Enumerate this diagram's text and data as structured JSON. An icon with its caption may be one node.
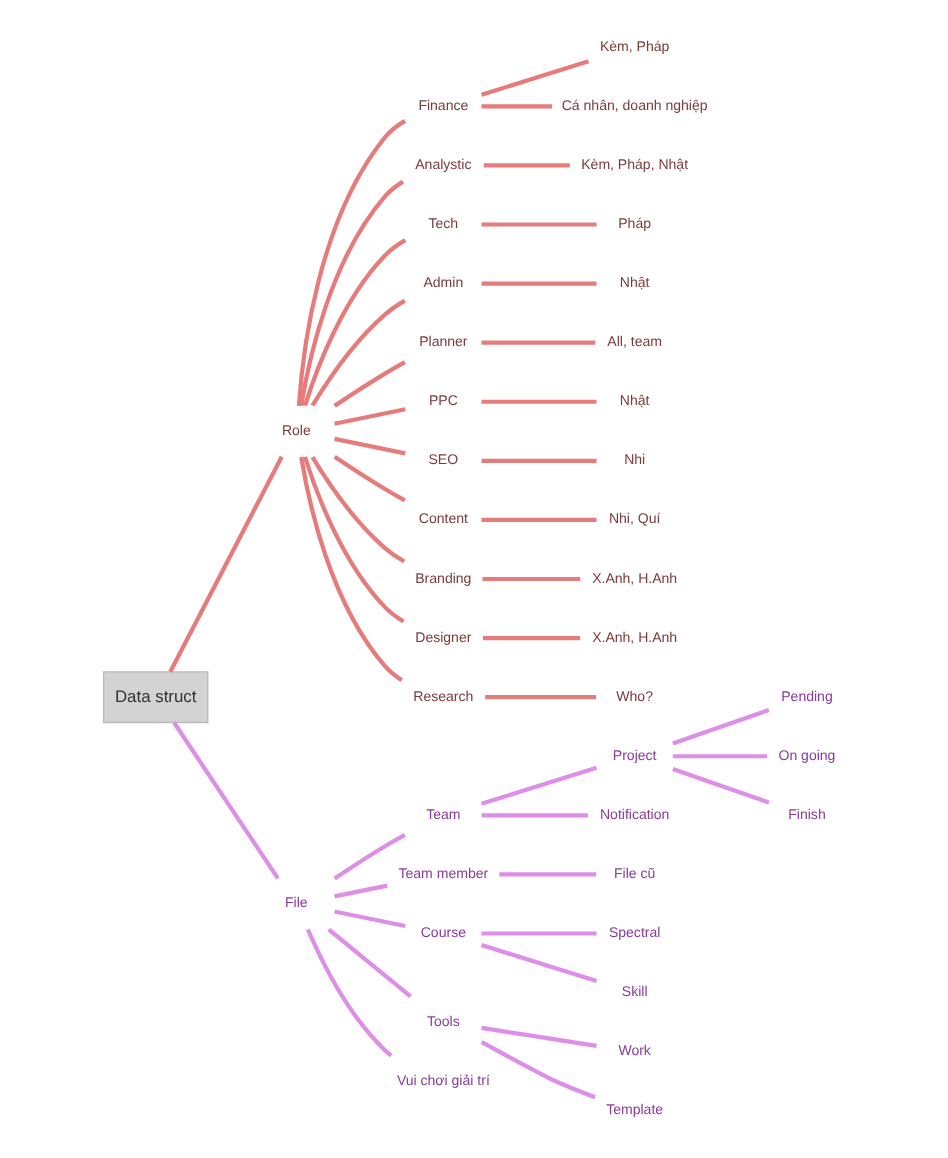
{
  "diagram": {
    "nodes": [
      {
        "text": [
          "Data struct"
        ]
      },
      {
        "text": [
          "Role"
        ]
      },
      {
        "text": [
          "Finance"
        ]
      },
      {
        "text": [
          "Kèm, Pháp"
        ]
      },
      {
        "text": [
          "Cá nhân, doanh nghiệp"
        ]
      },
      {
        "text": [
          "Analystic"
        ]
      },
      {
        "text": [
          "Kèm, Pháp, Nhật"
        ]
      },
      {
        "text": [
          "Tech"
        ]
      },
      {
        "text": [
          "Pháp"
        ]
      },
      {
        "text": [
          "Admin"
        ]
      },
      {
        "text": [
          "Nhật"
        ]
      },
      {
        "text": [
          "Planner"
        ]
      },
      {
        "text": [
          "All, team"
        ]
      },
      {
        "text": [
          "PPC"
        ]
      },
      {
        "text": [
          "Nhật"
        ]
      },
      {
        "text": [
          "SEO"
        ]
      },
      {
        "text": [
          "Nhi"
        ]
      },
      {
        "text": [
          "Content"
        ]
      },
      {
        "text": [
          "Nhi, Quí"
        ]
      },
      {
        "text": [
          "Branding"
        ]
      },
      {
        "text": [
          "X.Anh, H.Anh"
        ]
      },
      {
        "text": [
          "Designer"
        ]
      },
      {
        "text": [
          "X.Anh, H.Anh"
        ]
      },
      {
        "text": [
          "Research"
        ]
      },
      {
        "text": [
          "Who?"
        ]
      },
      {
        "text": [
          "File"
        ]
      },
      {
        "text": [
          "Team"
        ]
      },
      {
        "text": [
          "Project"
        ]
      },
      {
        "text": [
          "Pending"
        ]
      },
      {
        "text": [
          "On going"
        ]
      },
      {
        "text": [
          "Finish"
        ]
      },
      {
        "text": [
          "Notification"
        ]
      },
      {
        "text": [
          "Team member"
        ]
      },
      {
        "text": [
          "File cũ"
        ]
      },
      {
        "text": [
          "Course"
        ]
      },
      {
        "text": [
          "Spectral"
        ]
      },
      {
        "text": [
          "Skill"
        ]
      },
      {
        "text": [
          "Tools"
        ]
      },
      {
        "text": [
          "Work"
        ]
      },
      {
        "text": [
          "Template"
        ]
      },
      {
        "text": [
          "Vui chơi giải trí"
        ]
      }
    ],
    "edges": [
      {
        "from": 0,
        "to": 1,
        "arrow": "none"
      },
      {
        "from": 1,
        "to": 2,
        "arrow": "none"
      },
      {
        "from": 2,
        "to": 3,
        "arrow": "none"
      },
      {
        "from": 2,
        "to": 4,
        "arrow": "none"
      },
      {
        "from": 1,
        "to": 5,
        "arrow": "none"
      },
      {
        "from": 5,
        "to": 6,
        "arrow": "none"
      },
      {
        "from": 1,
        "to": 7,
        "arrow": "none"
      },
      {
        "from": 7,
        "to": 8,
        "arrow": "none"
      },
      {
        "from": 1,
        "to": 9,
        "arrow": "none"
      },
      {
        "from": 9,
        "to": 10,
        "arrow": "none"
      },
      {
        "from": 1,
        "to": 11,
        "arrow": "none"
      },
      {
        "from": 11,
        "to": 12,
        "arrow": "none"
      },
      {
        "from": 1,
        "to": 13,
        "arrow": "none"
      },
      {
        "from": 13,
        "to": 14,
        "arrow": "none"
      },
      {
        "from": 1,
        "to": 15,
        "arrow": "none"
      },
      {
        "from": 15,
        "to": 16,
        "arrow": "none"
      },
      {
        "from": 1,
        "to": 17,
        "arrow": "none"
      },
      {
        "from": 17,
        "to": 18,
        "arrow": "none"
      },
      {
        "from": 1,
        "to": 19,
        "arrow": "none"
      },
      {
        "from": 19,
        "to": 20,
        "arrow": "none"
      },
      {
        "from": 1,
        "to": 21,
        "arrow": "none"
      },
      {
        "from": 21,
        "to": 22,
        "arrow": "none"
      },
      {
        "from": 1,
        "to": 23,
        "arrow": "none"
      },
      {
        "from": 23,
        "to": 24,
        "arrow": "none"
      },
      {
        "from": 0,
        "to": 25,
        "arrow": "none",
        "color": "#dd8ee8"
      },
      {
        "from": 25,
        "to": 26,
        "arrow": "none",
        "color": "#dd8ee8"
      },
      {
        "from": 26,
        "to": 27,
        "arrow": "none",
        "color": "#dd8ee8"
      },
      {
        "from": 27,
        "to": 28,
        "arrow": "none",
        "color": "#dd8ee8"
      },
      {
        "from": 27,
        "to": 29,
        "arrow": "none",
        "color": "#dd8ee8"
      },
      {
        "from": 27,
        "to": 30,
        "arrow": "none",
        "color": "#dd8ee8"
      },
      {
        "from": 26,
        "to": 31,
        "arrow": "none",
        "color": "#dd8ee8"
      },
      {
        "from": 25,
        "to": 32,
        "arrow": "none",
        "color": "#dd8ee8"
      },
      {
        "from": 32,
        "to": 33,
        "arrow": "none",
        "color": "#dd8ee8"
      },
      {
        "from": 25,
        "to": 34,
        "arrow": "none",
        "color": "#dd8ee8"
      },
      {
        "from": 34,
        "to": 35,
        "arrow": "none",
        "color": "#dd8ee8"
      },
      {
        "from": 34,
        "to": 36,
        "arrow": "none",
        "color": "#dd8ee8"
      },
      {
        "from": 25,
        "to": 37,
        "arrow": "none",
        "color": "#dd8ee8"
      },
      {
        "from": 37,
        "to": 38,
        "arrow": "none",
        "color": "#dd8ee8"
      },
      {
        "from": 37,
        "to": 39,
        "arrow": "none",
        "color": "#dd8ee8"
      },
      {
        "from": 25,
        "to": 40,
        "arrow": "none",
        "color": "#dd8ee8"
      }
    ]
  }
}
